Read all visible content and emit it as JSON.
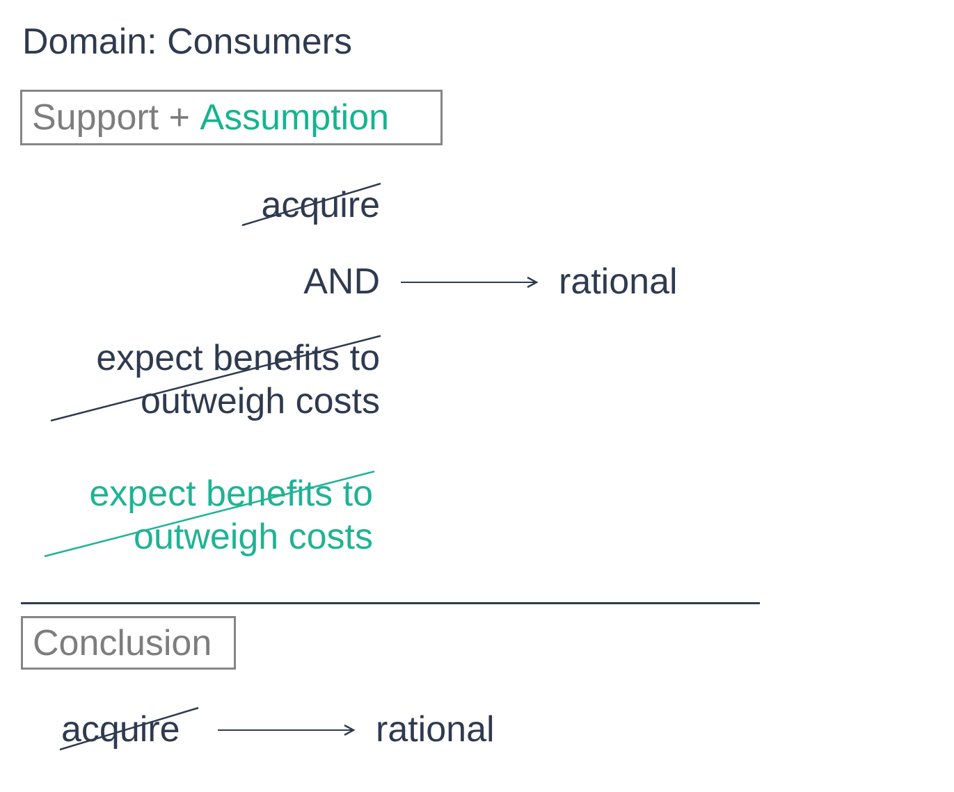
{
  "domain_title": "Domain: Consumers",
  "support_label": {
    "prefix": "Support + ",
    "accent": "Assumption"
  },
  "premises": {
    "first": "acquire",
    "connector": "AND",
    "result": "rational",
    "second_line1": "expect benefits to",
    "second_line2": "outweigh costs"
  },
  "assumption": {
    "line1": "expect benefits to",
    "line2": "outweigh costs"
  },
  "conclusion_label": "Conclusion",
  "conclusion": {
    "term": "acquire",
    "result": "rational"
  },
  "colors": {
    "text": "#2f3a4f",
    "accent": "#13b58f",
    "box_border": "#858585",
    "box_text": "#7d7d7d"
  },
  "icons": [
    "arrow-right-icon",
    "strikethrough-line"
  ]
}
